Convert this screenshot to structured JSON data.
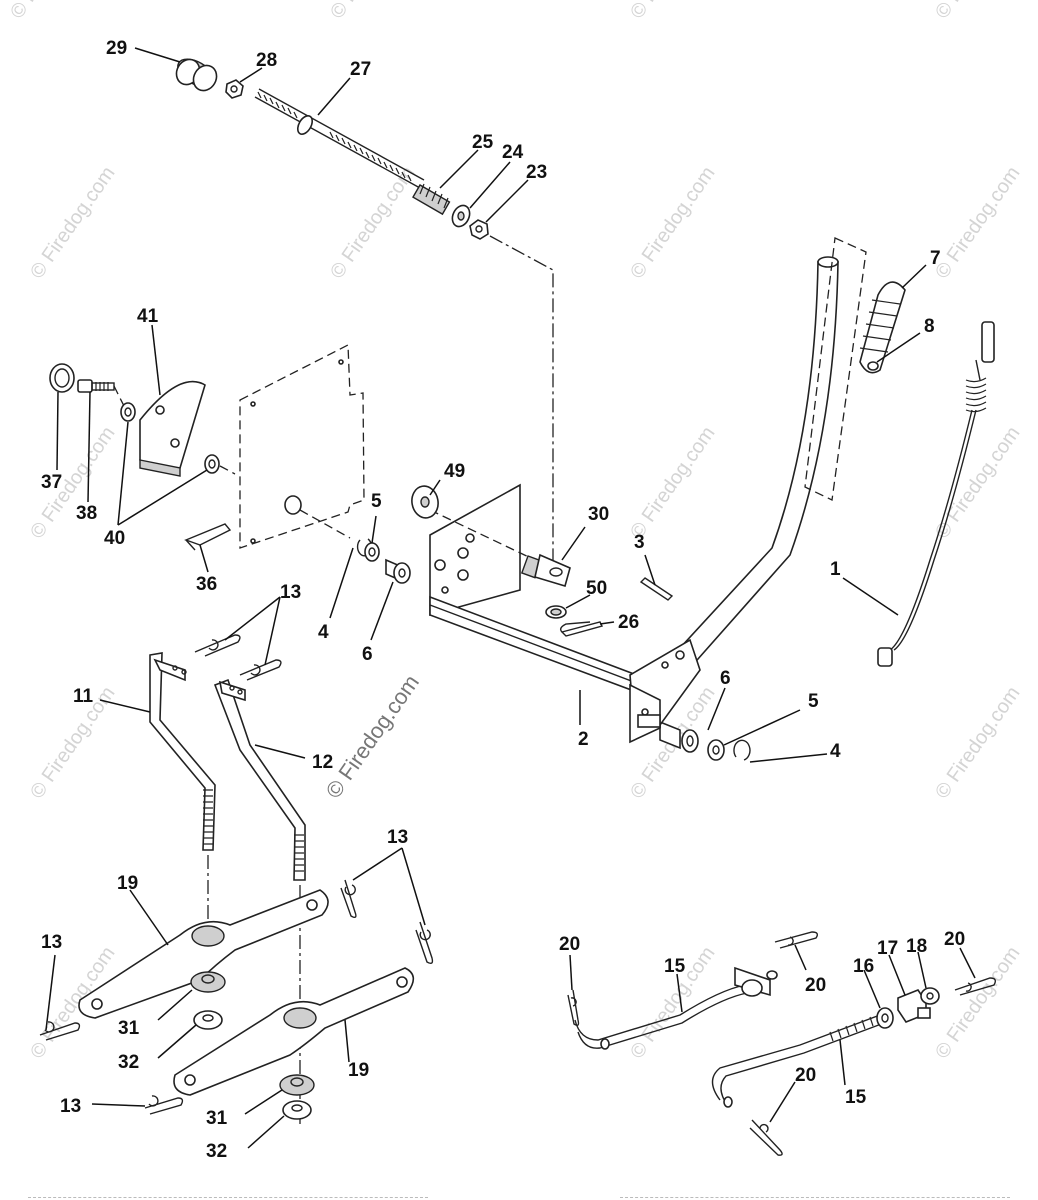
{
  "watermark": {
    "text": "© Firedog.com",
    "center_text": "© Firedog.com"
  },
  "callouts": {
    "c1": "1",
    "c2": "2",
    "c3": "3",
    "c4a": "4",
    "c4b": "4",
    "c5a": "5",
    "c5b": "5",
    "c6a": "6",
    "c6b": "6",
    "c7": "7",
    "c8": "8",
    "c11": "11",
    "c12": "12",
    "c13a": "13",
    "c13b": "13",
    "c13c": "13",
    "c13d": "13",
    "c15a": "15",
    "c15b": "15",
    "c16": "16",
    "c17": "17",
    "c18": "18",
    "c19a": "19",
    "c19b": "19",
    "c20a": "20",
    "c20b": "20",
    "c20c": "20",
    "c20d": "20",
    "c23": "23",
    "c24": "24",
    "c25": "25",
    "c26": "26",
    "c27": "27",
    "c28": "28",
    "c29": "29",
    "c30": "30",
    "c31a": "31",
    "c31b": "31",
    "c32a": "32",
    "c32b": "32",
    "c36": "36",
    "c37": "37",
    "c38": "38",
    "c40": "40",
    "c41": "41",
    "c49": "49",
    "c50": "50"
  }
}
